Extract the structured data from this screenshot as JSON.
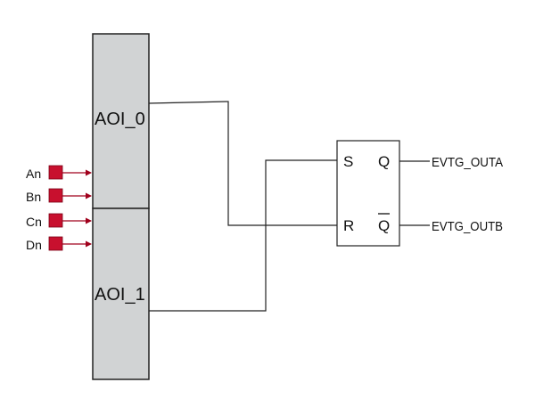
{
  "blocks": {
    "aoi0_label": "AOI_0",
    "aoi1_label": "AOI_1"
  },
  "inputs": [
    {
      "label": "An"
    },
    {
      "label": "Bn"
    },
    {
      "label": "Cn"
    },
    {
      "label": "Dn"
    }
  ],
  "flipflop": {
    "s_label": "S",
    "r_label": "R",
    "q_label": "Q",
    "qbar_label": "Q"
  },
  "outputs": {
    "outa_label": "EVTG_OUTA",
    "outb_label": "EVTG_OUTB"
  },
  "colors": {
    "block_fill": "#d1d3d4",
    "input_pin_fill": "#c8102e",
    "input_arrow": "#a0001c",
    "wire": "#222222"
  }
}
